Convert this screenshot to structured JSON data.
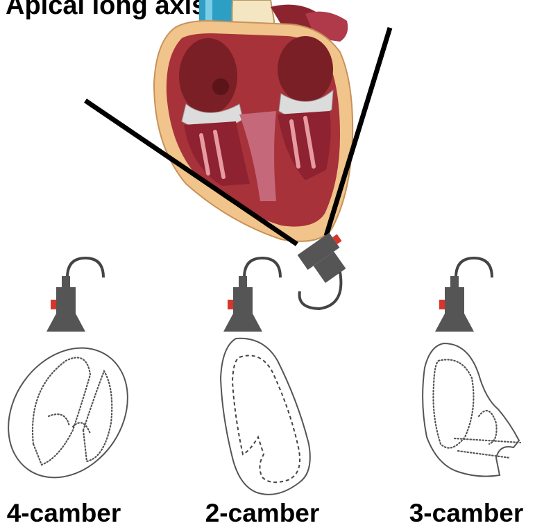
{
  "title": "Apical long axis view",
  "views": [
    {
      "label": "4-camber"
    },
    {
      "label": "2-camber"
    },
    {
      "label": "3-camber"
    }
  ],
  "colors": {
    "probe_body": "#555555",
    "probe_marker": "#d9342b",
    "cable": "#444444",
    "scan_sector": "#000000",
    "heart_outer": "#f3c98b",
    "heart_muscle": "#a8323a",
    "chamber": "#7a1f26",
    "valves": "#d8d8d8",
    "aorta": "#f4e6c2",
    "vessel_blue": "#2d9fc4"
  },
  "icons": [
    "heart-illustration",
    "ultrasound-probe-icon"
  ]
}
